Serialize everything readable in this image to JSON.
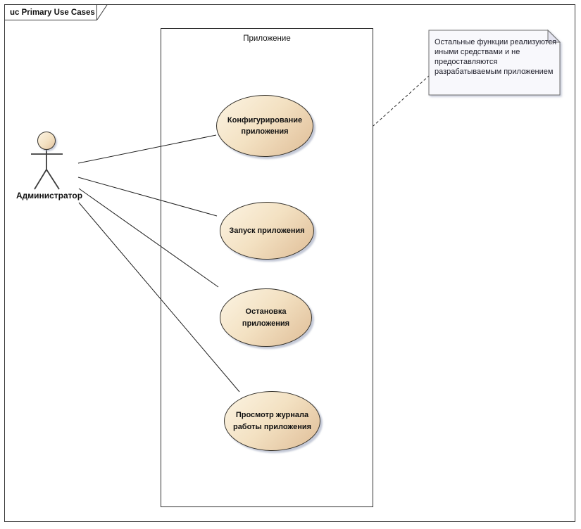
{
  "frame": {
    "title": "uc Primary Use Cases"
  },
  "boundary": {
    "label": "Приложение"
  },
  "actor": {
    "label": "Администратор"
  },
  "use_cases": [
    {
      "label": "Конфигурирование\nприложения"
    },
    {
      "label": "Запуск приложения"
    },
    {
      "label": "Остановка\nприложения"
    },
    {
      "label": "Просмотр журнала\nработы приложения"
    }
  ],
  "note": {
    "text": "Остальные функции реализуются\nиными средствами и не\nпредоставляются\nразрабатываемым приложением"
  },
  "colors": {
    "usecase_fill_light": "#FCF4E3",
    "usecase_fill_dark": "#DFBD97",
    "usecase_border": "#35322C",
    "shadow": "#949DB6",
    "note_fill": "#F8F8FC",
    "note_fold": "#E3E3EF",
    "note_border": "#6F6F6F",
    "line": "#1E1E1E",
    "frame_border": "#3C3C3C"
  }
}
